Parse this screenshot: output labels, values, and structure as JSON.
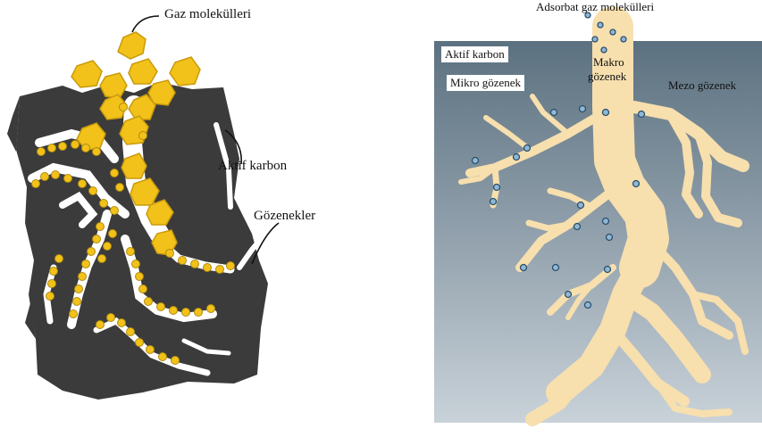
{
  "left_diagram": {
    "labels": {
      "gas_molecules": "Gaz molekülleri",
      "activated_carbon": "Aktif karbon",
      "pores": "Gözenekler"
    }
  },
  "right_diagram": {
    "labels": {
      "adsorbate_gas_molecules": "Adsorbat gaz molekülleri",
      "activated_carbon": "Aktif karbon",
      "macro_pore_line1": "Makro",
      "macro_pore_line2": "gözenek",
      "micro_pore": "Mikro gözenek",
      "meso_pore": "Mezo gözenek"
    }
  },
  "colors": {
    "carbon_dark": "#3b3b3b",
    "gas_yellow": "#f2c21a",
    "pore_white": "#ffffff",
    "pore_cream": "#f7dfae",
    "background_top": "#5c7180",
    "background_bottom": "#c9d2d9",
    "molecule_blue": "#8fb8d6"
  }
}
